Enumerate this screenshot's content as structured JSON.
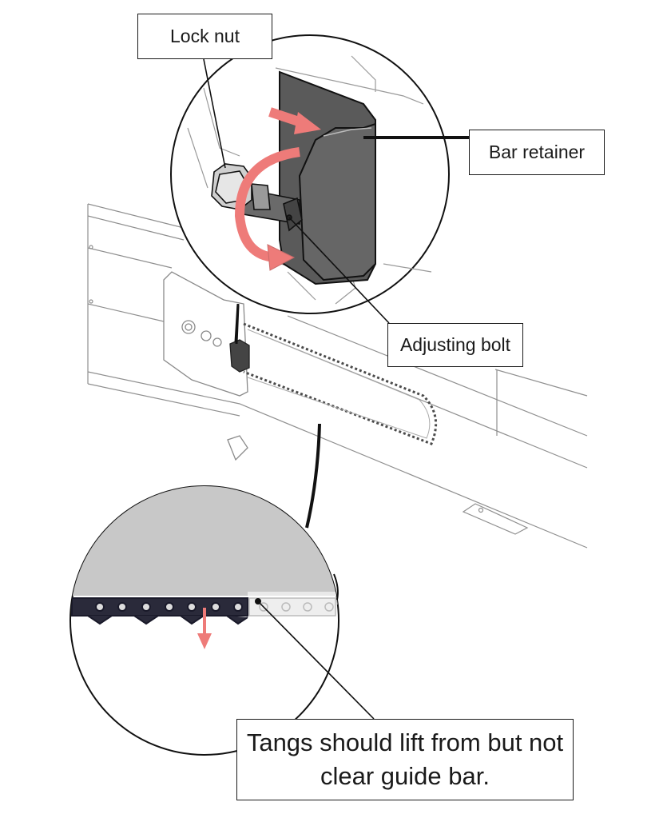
{
  "labels": {
    "lock_nut": "Lock nut",
    "bar_retainer": "Bar retainer",
    "adjusting_bolt": "Adjusting bolt",
    "tangs_note": "Tangs should lift from but not clear guide bar."
  },
  "colors": {
    "arrow": "#ee7b79",
    "line": "#1a1a1a",
    "bar_gray": "#c8c8c8",
    "chain_dark": "#2a2a3a",
    "faint_line": "#9a9a9a"
  },
  "icons": {
    "direction_arrow": "arrow-right-icon",
    "rotation_arrow": "rotate-arrow-icon",
    "down_arrow": "arrow-down-icon"
  }
}
